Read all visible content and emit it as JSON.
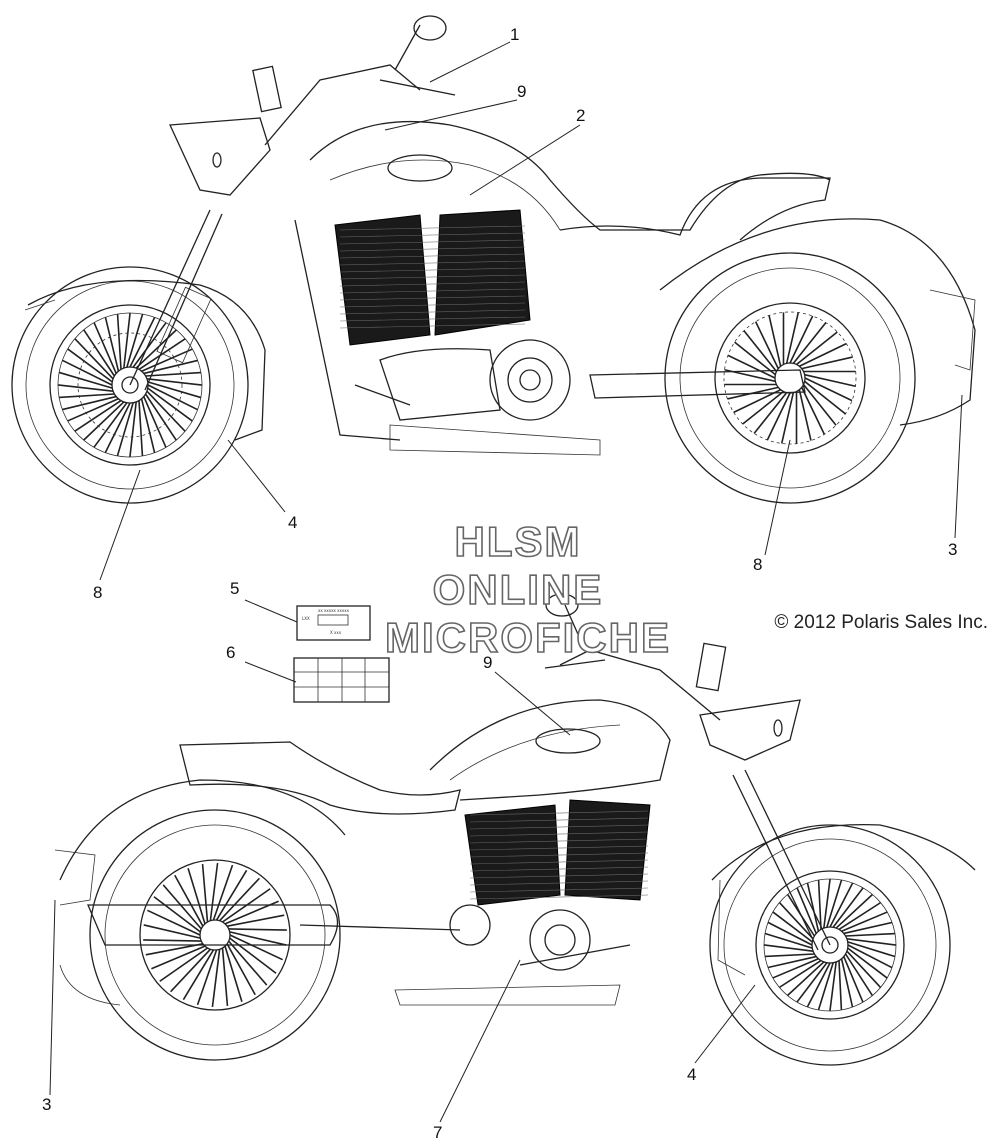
{
  "callouts": {
    "top": [
      {
        "id": "c1",
        "label": "1"
      },
      {
        "id": "c9t",
        "label": "9"
      },
      {
        "id": "c2",
        "label": "2"
      },
      {
        "id": "c4t",
        "label": "4"
      },
      {
        "id": "c8l",
        "label": "8"
      },
      {
        "id": "c8r",
        "label": "8"
      },
      {
        "id": "c3t",
        "label": "3"
      }
    ],
    "middle": [
      {
        "id": "c5",
        "label": "5"
      },
      {
        "id": "c6",
        "label": "6"
      }
    ],
    "bottom": [
      {
        "id": "c9b",
        "label": "9"
      },
      {
        "id": "c3b",
        "label": "3"
      },
      {
        "id": "c7",
        "label": "7"
      },
      {
        "id": "c4b",
        "label": "4"
      }
    ]
  },
  "watermark": {
    "line1": "HLSM",
    "line2": "ONLINE",
    "line3": "MICROFICHE"
  },
  "copyright": "© 2012 Polaris Sales Inc."
}
